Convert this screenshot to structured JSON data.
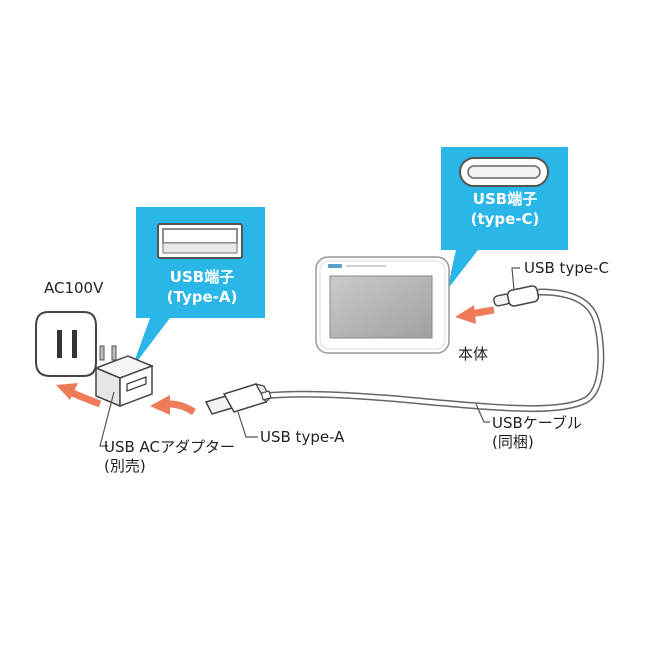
{
  "labels": {
    "ac100v": "AC100V",
    "usb_ac_adapter_line1": "USB ACアダプター",
    "usb_ac_adapter_line2": "(別売)",
    "usb_type_a": "USB type-A",
    "usb_type_c": "USB type-C",
    "main_body": "本体",
    "usb_cable_line1": "USBケーブル",
    "usb_cable_line2": "(同梱)"
  },
  "callouts": {
    "type_a": {
      "line1": "USB端子",
      "line2": "(Type-A)"
    },
    "type_c": {
      "line1": "USB端子",
      "line2": "(type-C)"
    }
  },
  "colors": {
    "callout_blue": "#2ab6e6",
    "arrow_orange": "#ee7b5a",
    "line_gray": "#555555"
  },
  "icons": {
    "outlet": "wall-outlet-icon",
    "adapter": "usb-ac-adapter-icon",
    "device": "display-device-icon",
    "cable": "usb-cable-icon"
  }
}
